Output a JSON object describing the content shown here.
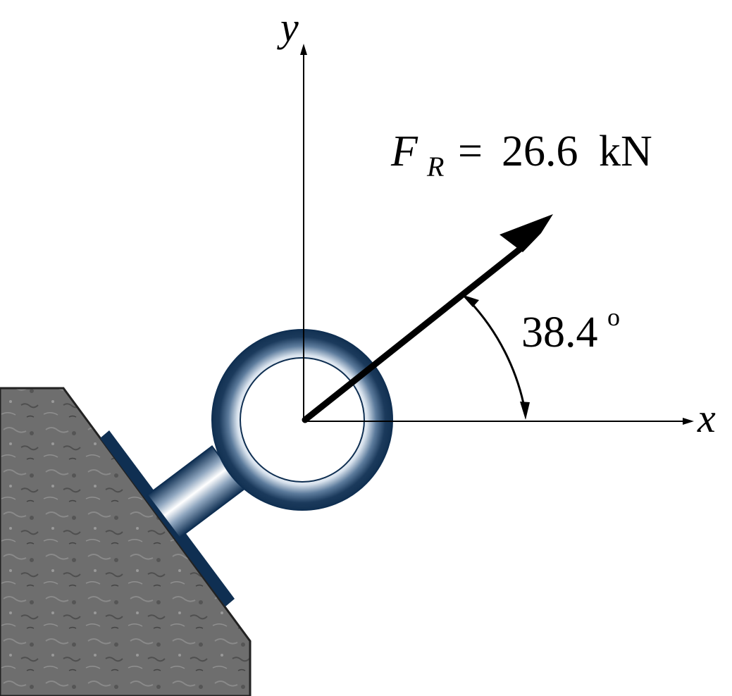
{
  "axes": {
    "x_label": "x",
    "y_label": "y"
  },
  "force": {
    "symbol": "F",
    "subscript": "R",
    "equals": "=",
    "magnitude": "26.6",
    "unit": "kN"
  },
  "angle": {
    "value": "38.4",
    "unit_symbol": "o"
  },
  "colors": {
    "ring": "#1b3a5c",
    "ring_highlight": "#e8eef4",
    "plate": "#0f2f52",
    "rock": "#6b6b6b",
    "line": "#000000"
  }
}
